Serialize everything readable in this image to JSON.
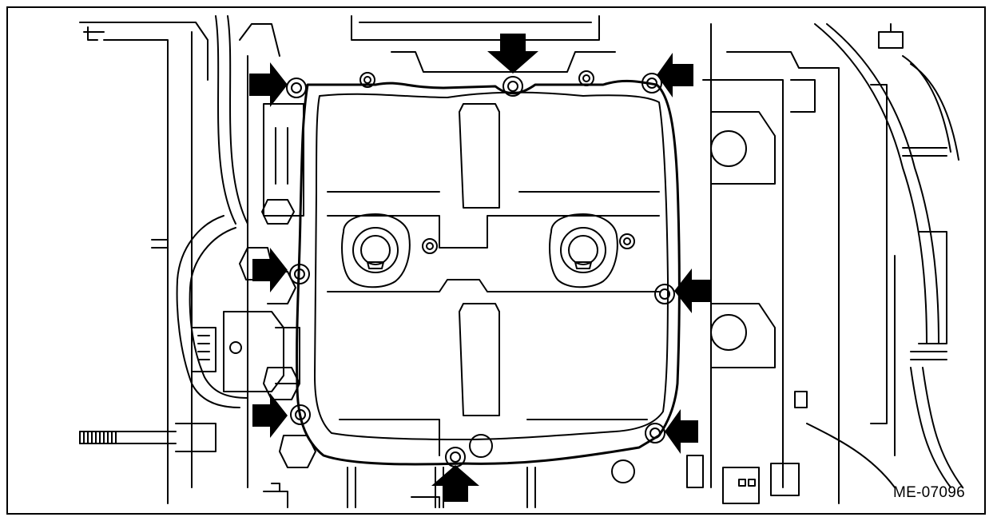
{
  "figure": {
    "code": "ME-07096",
    "line_color": "#000000",
    "background_color": "#ffffff",
    "arrow_color": "#000000"
  },
  "bolts": [
    {
      "id": "left-upper",
      "arrow": "right"
    },
    {
      "id": "top-center",
      "arrow": "down"
    },
    {
      "id": "right-upper",
      "arrow": "left"
    },
    {
      "id": "left-middle",
      "arrow": "right"
    },
    {
      "id": "right-middle",
      "arrow": "left"
    },
    {
      "id": "left-lower",
      "arrow": "right"
    },
    {
      "id": "right-lower",
      "arrow": "left"
    },
    {
      "id": "bottom-center",
      "arrow": "up"
    }
  ]
}
